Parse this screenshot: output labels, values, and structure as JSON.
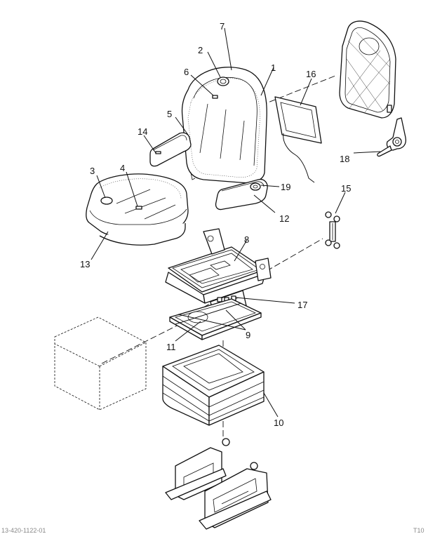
{
  "callouts": {
    "c1": "1",
    "c2": "2",
    "c3": "3",
    "c4": "4",
    "c5": "5",
    "c6": "6",
    "c7": "7",
    "c8": "8",
    "c9": "9",
    "c10": "10",
    "c11": "11",
    "c12": "12",
    "c13": "13",
    "c14": "14",
    "c15": "15",
    "c16": "16",
    "c17": "17",
    "c18": "18",
    "c19": "19"
  },
  "footer": {
    "left": "13-420-1122-01",
    "right": "T10"
  }
}
